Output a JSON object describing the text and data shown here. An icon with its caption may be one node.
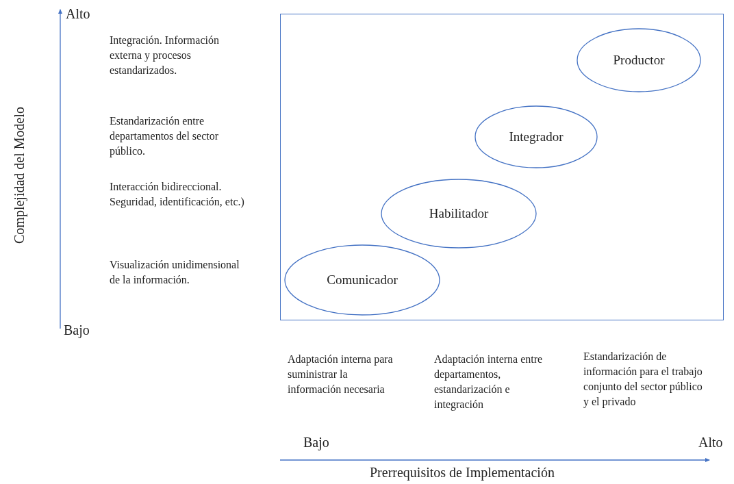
{
  "diagram": {
    "nodes": [
      {
        "text": [],
        "shape": "box"
      },
      {
        "text": [
          "Productor"
        ],
        "in": 0
      },
      {
        "text": [
          "Integrador"
        ],
        "in": 0
      },
      {
        "text": [
          "Habilitador"
        ],
        "in": 0
      },
      {
        "text": [
          "Comunicador"
        ],
        "in": 0
      }
    ],
    "labels": [
      "Alto",
      "Integración. Información externa y procesos estandarizados.",
      "Complejidad del Modelo",
      "Estandarización entre departamentos del sector público.",
      "Interacción bidireccional. Seguridad, identificación, etc.)",
      "Visualización unidimensional de la información.",
      "Bajo",
      "Adaptación interna para suministrar la información necesaria",
      "Adaptación interna entre departamentos, estandarización e integración",
      "Estandarización de información para el trabajo conjunto del sector público y el privado",
      "Bajo",
      "Alto",
      "Prerrequisitos de Implementación"
    ]
  }
}
